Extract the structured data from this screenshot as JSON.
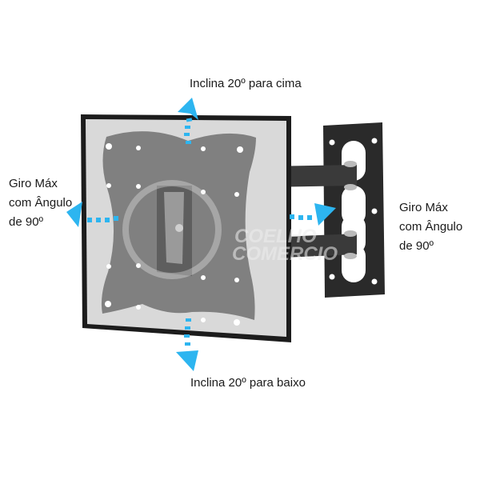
{
  "diagram": {
    "subject": "TV wall mount articulating bracket",
    "labels": {
      "tilt_up": "Inclina 20º para cima",
      "tilt_down": "Inclina 20º para baixo",
      "swivel_left": [
        "Giro Máx",
        "com Ângulo",
        "de 90º"
      ],
      "swivel_right": [
        "Giro Máx",
        "com Ângulo",
        "de 90º"
      ]
    },
    "watermark": [
      "COELHO",
      "COMERCIO"
    ],
    "colors": {
      "arrow": "#2db5f0",
      "screen_frame": "#1c1c1c",
      "screen_panel": "#d9d9d9",
      "vesa_plate": "#808080",
      "wall_plate": "#2a2a2a",
      "arm": "#3a3a3a",
      "text": "#1a1a1a"
    }
  }
}
